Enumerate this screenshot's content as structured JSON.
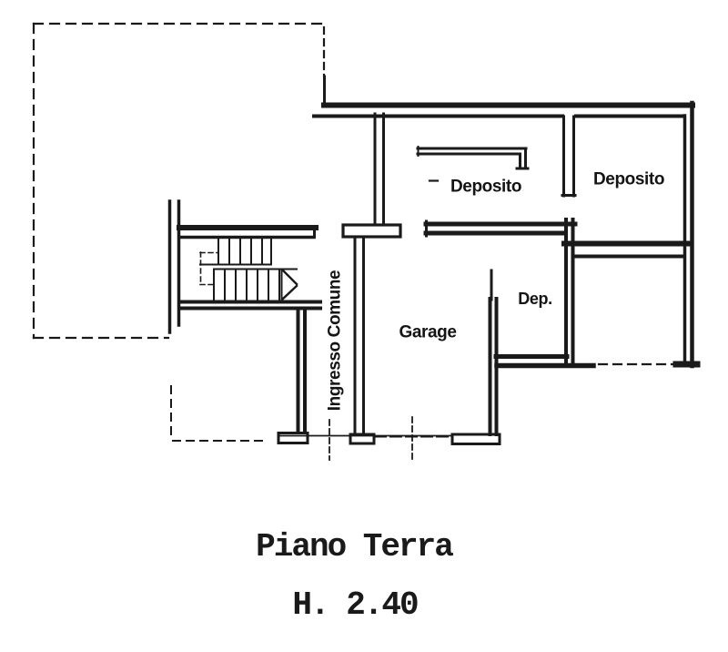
{
  "page": {
    "background": "#ffffff",
    "ink": "#1a1a1a"
  },
  "floorplan": {
    "rooms": [
      {
        "id": "deposito-left",
        "label": "Deposito"
      },
      {
        "id": "deposito-right",
        "label": "Deposito"
      },
      {
        "id": "dep",
        "label": "Dep."
      },
      {
        "id": "garage",
        "label": "Garage"
      },
      {
        "id": "ingresso-comune",
        "label": "Ingresso Comune"
      }
    ],
    "caption": {
      "floor_name": "Piano Terra",
      "ceiling_height": "H. 2.40"
    }
  }
}
